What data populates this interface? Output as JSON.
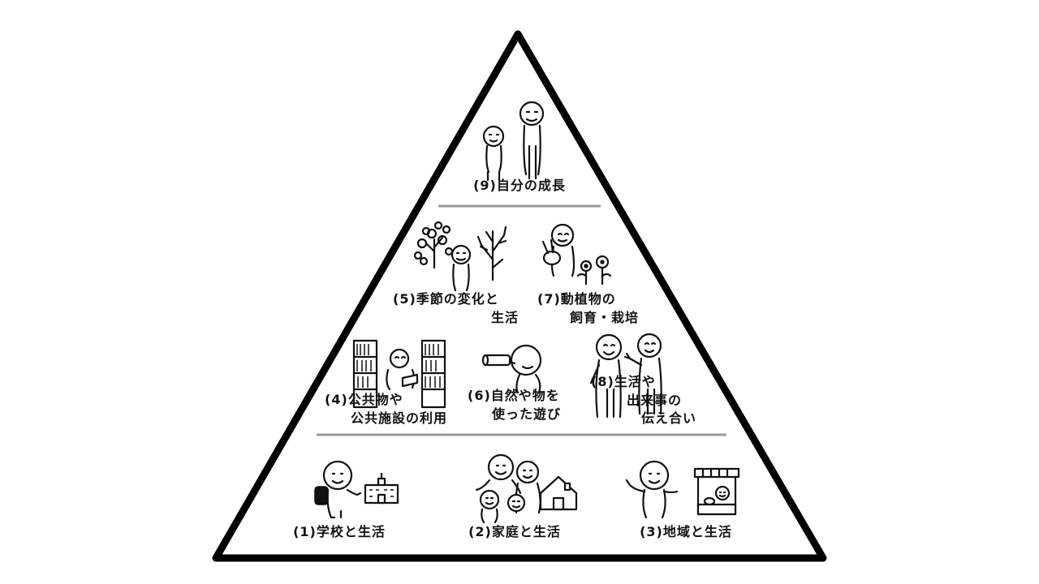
{
  "colors": {
    "outline": "#000000",
    "divider": "#999999",
    "ink": "#111111",
    "background": "#ffffff"
  },
  "tiers": [
    {
      "items": [
        {
          "id": "9",
          "lines": [
            "(9)自分の成長"
          ]
        }
      ]
    },
    {
      "items": [
        {
          "id": "5",
          "lines": [
            "(5)季節の変化と",
            "生活"
          ]
        },
        {
          "id": "7",
          "lines": [
            "(7)動植物の",
            "飼育・栽培"
          ]
        },
        {
          "id": "4",
          "lines": [
            "(4)公共物や",
            "公共施設の利用"
          ]
        },
        {
          "id": "6",
          "lines": [
            "(6)自然や物を",
            "使った遊び"
          ]
        },
        {
          "id": "8",
          "lines": [
            "(8)生活や",
            "出来事の",
            "伝え合い"
          ]
        }
      ]
    },
    {
      "items": [
        {
          "id": "1",
          "lines": [
            "(1)学校と生活"
          ]
        },
        {
          "id": "2",
          "lines": [
            "(2)家庭と生活"
          ]
        },
        {
          "id": "3",
          "lines": [
            "(3)地域と生活"
          ]
        }
      ]
    }
  ],
  "icons": {
    "9": [
      "child-figure-icon",
      "tall-figure-icon"
    ],
    "5": [
      "blossom-tree-icon",
      "person-icon",
      "bare-tree-icon"
    ],
    "7": [
      "person-holding-rabbit-icon",
      "flowers-icon"
    ],
    "4": [
      "bookshelf-icon",
      "person-reading-icon"
    ],
    "6": [
      "person-with-binoculars-icon"
    ],
    "8": [
      "two-people-talking-icon"
    ],
    "1": [
      "student-with-backpack-icon",
      "school-building-icon"
    ],
    "2": [
      "family-icon",
      "house-icon"
    ],
    "3": [
      "waving-person-icon",
      "shop-stall-icon"
    ]
  }
}
